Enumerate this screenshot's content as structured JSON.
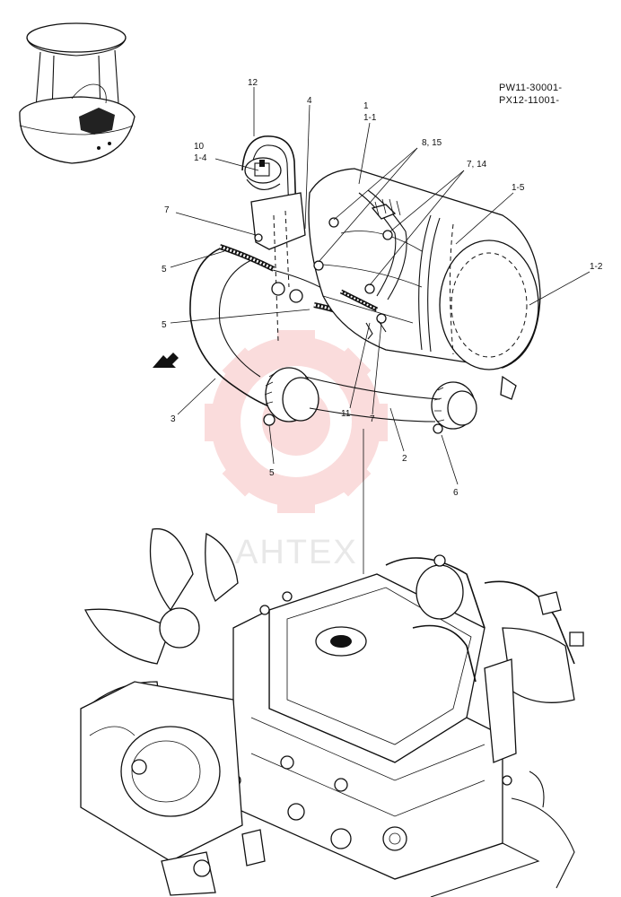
{
  "serials": [
    "PW11-30001-",
    "PX12-11001-"
  ],
  "watermark": "АНТЕХ",
  "callouts": {
    "c12": "12",
    "c4": "4",
    "c1": "1",
    "c1_1": "1-1",
    "c8_15": "8, 15",
    "c7_14": "7, 14",
    "c1_5": "1-5",
    "c10": "10",
    "c1_4": "1-4",
    "c7a": "7",
    "c5a": "5",
    "c1_2": "1-2",
    "c5b": "5",
    "c3": "3",
    "c11": "11",
    "c7b": "7",
    "c2": "2",
    "c6": "6",
    "c5c": "5"
  },
  "colors": {
    "watermark": "#f5b5b5",
    "line": "#111111"
  },
  "icons": [
    "machine-overview-icon",
    "front-direction-arrow-icon"
  ]
}
